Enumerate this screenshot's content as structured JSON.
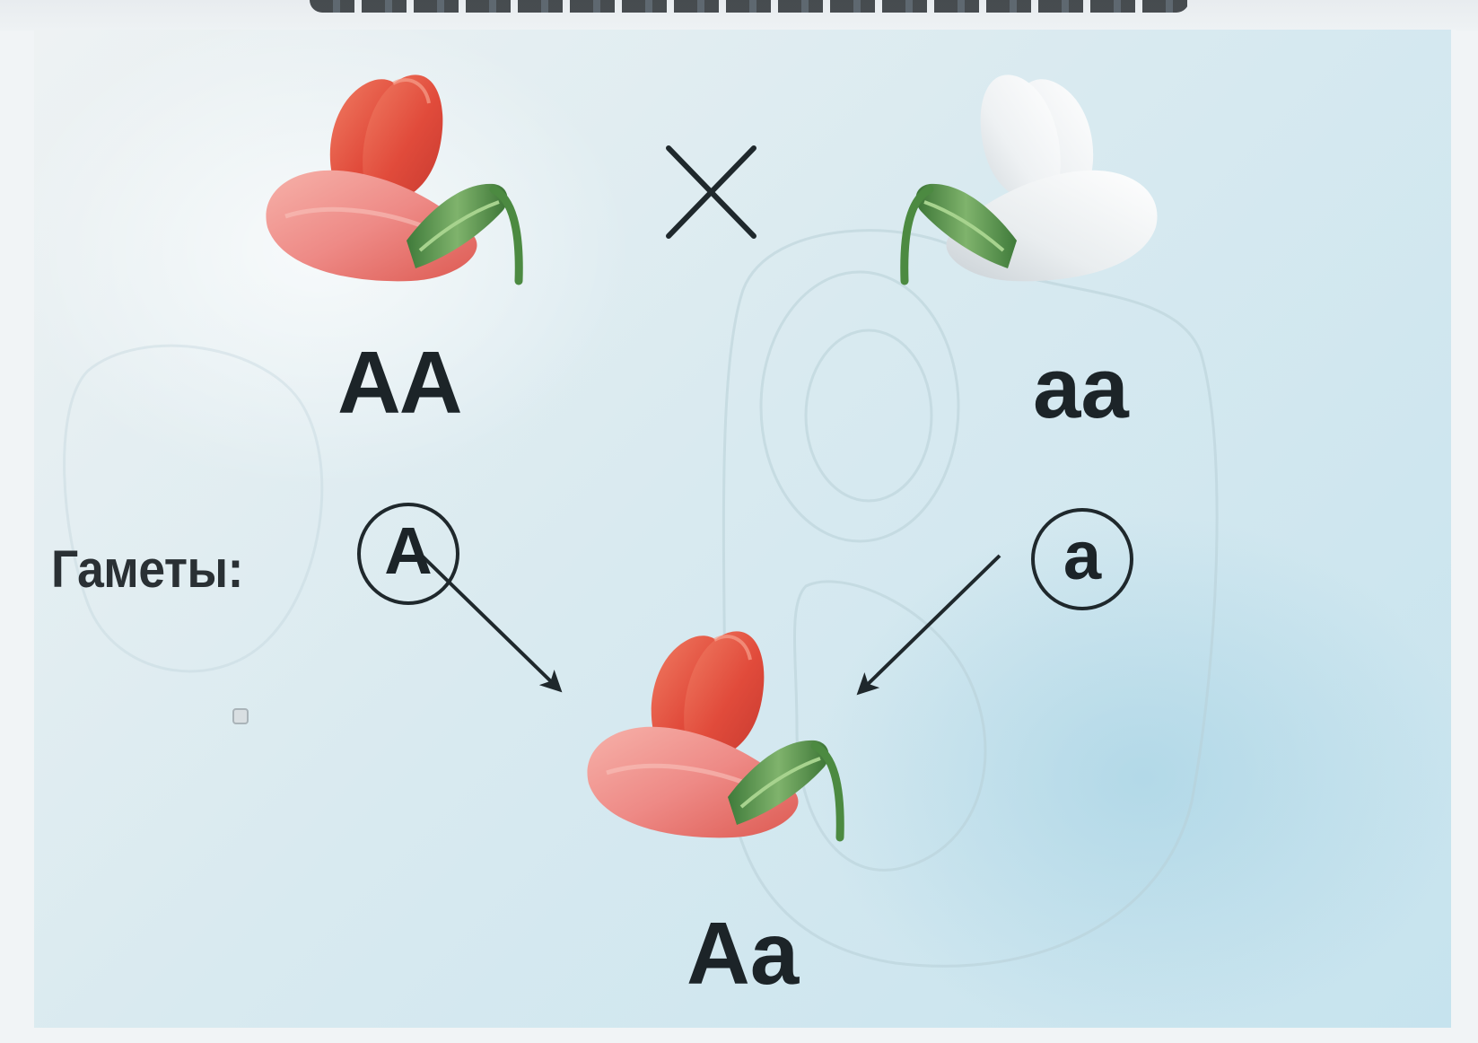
{
  "parents": {
    "left": {
      "genotype": "AA",
      "gamete": "A",
      "flower_color": "#e4564a"
    },
    "right": {
      "genotype": "aa",
      "gamete": "a",
      "flower_color": "#f2f4f6"
    },
    "cross_symbol": "cross-icon"
  },
  "gametes_label": "Гаметы:",
  "offspring": {
    "genotype": "Aa",
    "flower_color": "#e4564a"
  },
  "colors": {
    "red_petal": "#e4564a",
    "pink_keel": "#ee8a86",
    "white_petal": "#f3f5f7",
    "sepal_green": "#4f8f46",
    "ink": "#1c2428"
  }
}
